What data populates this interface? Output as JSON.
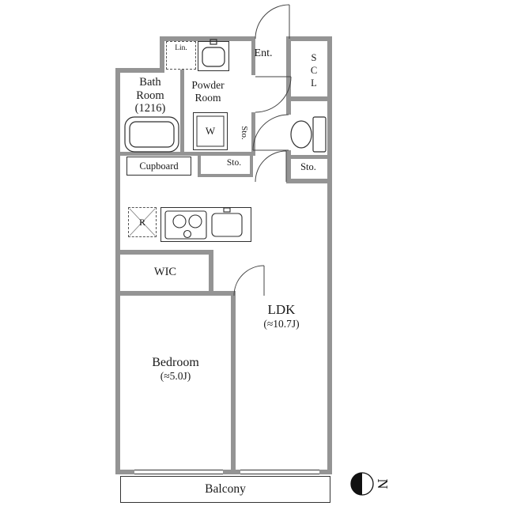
{
  "colors": {
    "wall": "#949494",
    "line": "#2f2f2f",
    "text": "#1a1a1a"
  },
  "rooms": {
    "entrance": "Ent.",
    "scl": "SCL",
    "linen": "Lin.",
    "bath": {
      "l1": "Bath",
      "l2": "Room",
      "l3": "(1216)"
    },
    "powder": {
      "l1": "Powder",
      "l2": "Room"
    },
    "washer": "W",
    "sto_powder": "Sto.",
    "sto_mid": "Sto.",
    "sto_right": "Sto.",
    "cupboard": "Cupboard",
    "fridge": "R",
    "wic": "WIC",
    "ldk": {
      "l1": "LDK",
      "l2": "(≈10.7J)"
    },
    "bedroom": {
      "l1": "Bedroom",
      "l2": "(≈5.0J)"
    },
    "balcony": "Balcony"
  },
  "compass": {
    "north": "N"
  }
}
